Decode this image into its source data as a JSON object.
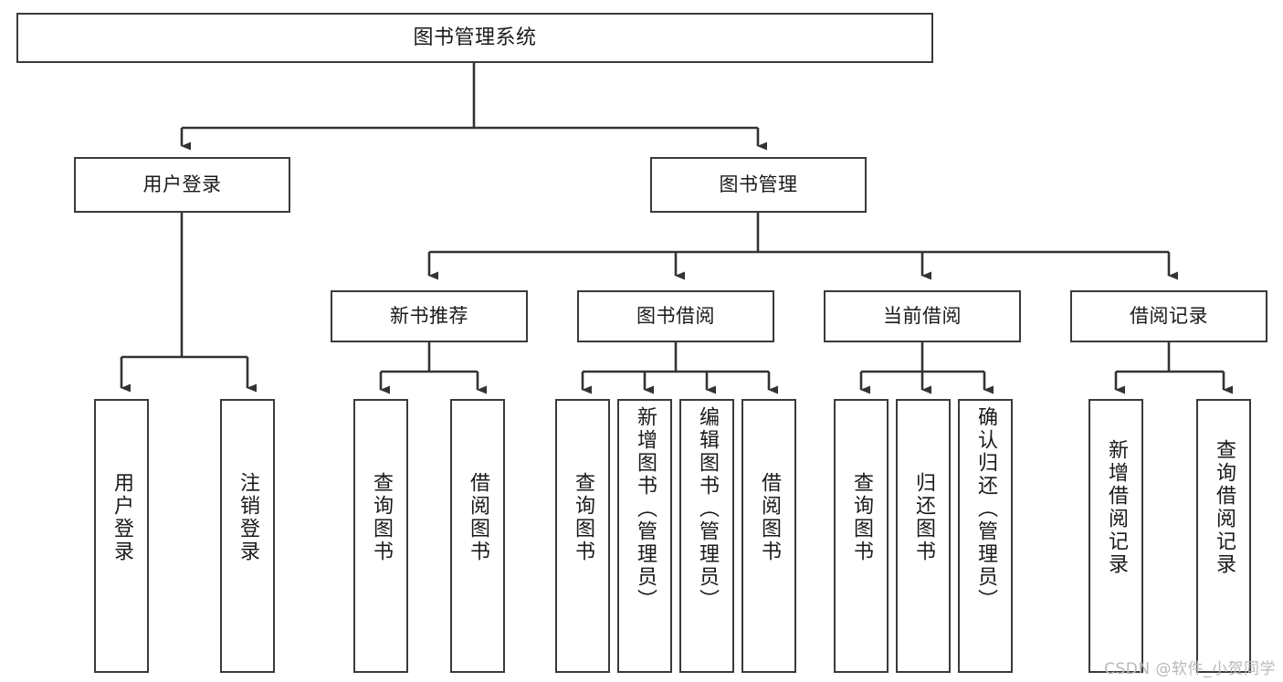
{
  "diagram": {
    "title": "图书管理系统",
    "type": "tree-hierarchy",
    "colors": {
      "node_border": "#3a3a3a",
      "node_fill": "#ffffff",
      "edge": "#333333",
      "text": "#1a1a1a",
      "watermark": "#b9b9b9",
      "background": "#ffffff"
    },
    "watermark": "CSDN @软件_小贺同学",
    "levels": {
      "root": {
        "label": "图书管理系统"
      },
      "level1": [
        {
          "id": "user-login",
          "label": "用户登录"
        },
        {
          "id": "book-manage",
          "label": "图书管理"
        }
      ],
      "level2": [
        {
          "id": "new-book-rec",
          "label": "新书推荐",
          "parent": "book-manage"
        },
        {
          "id": "book-borrow",
          "label": "图书借阅",
          "parent": "book-manage"
        },
        {
          "id": "current-borrow",
          "label": "当前借阅",
          "parent": "book-manage"
        },
        {
          "id": "borrow-record",
          "label": "借阅记录",
          "parent": "book-manage"
        }
      ],
      "leaves": [
        {
          "id": "leaf-user-login",
          "label": "用户登录",
          "parent": "user-login"
        },
        {
          "id": "leaf-logout",
          "label": "注销登录",
          "parent": "user-login"
        },
        {
          "id": "leaf-query-book-1",
          "label": "查询图书",
          "parent": "new-book-rec"
        },
        {
          "id": "leaf-borrow-book-1",
          "label": "借阅图书",
          "parent": "new-book-rec"
        },
        {
          "id": "leaf-query-book-2",
          "label": "查询图书",
          "parent": "book-borrow"
        },
        {
          "id": "leaf-add-book",
          "label": "新增图书（管理员）",
          "parent": "book-borrow"
        },
        {
          "id": "leaf-edit-book",
          "label": "编辑图书（管理员）",
          "parent": "book-borrow"
        },
        {
          "id": "leaf-borrow-book-2",
          "label": "借阅图书",
          "parent": "book-borrow"
        },
        {
          "id": "leaf-query-book-3",
          "label": "查询图书",
          "parent": "current-borrow"
        },
        {
          "id": "leaf-return-book",
          "label": "归还图书",
          "parent": "current-borrow"
        },
        {
          "id": "leaf-confirm-return",
          "label": "确认归还（管理员）",
          "parent": "current-borrow"
        },
        {
          "id": "leaf-add-record",
          "label": "新增借阅记录",
          "parent": "borrow-record"
        },
        {
          "id": "leaf-query-record",
          "label": "查询借阅记录",
          "parent": "borrow-record"
        }
      ]
    }
  }
}
